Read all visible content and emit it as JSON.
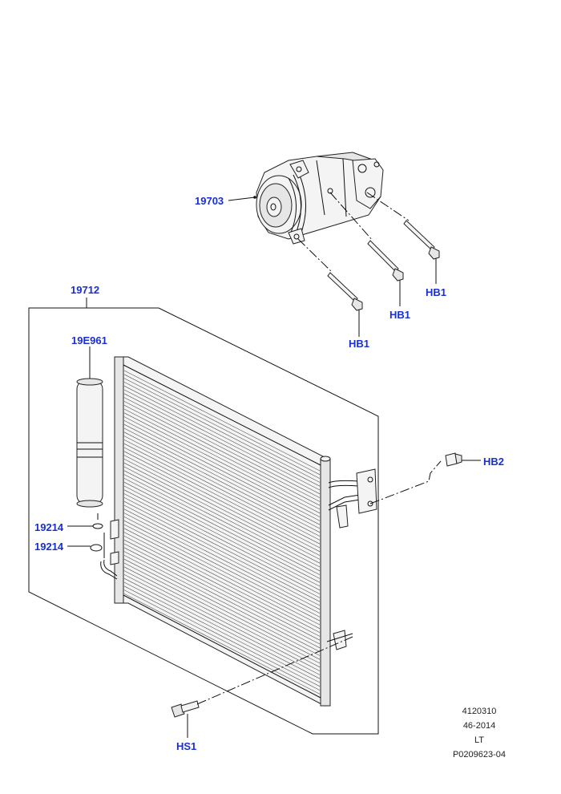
{
  "callouts": {
    "compressor": "19703",
    "condenser": "19712",
    "receiver_drier": "19E961",
    "seal_upper": "19214",
    "seal_lower": "19214",
    "bolt_a": "HB1",
    "bolt_b": "HB1",
    "bolt_c": "HB1",
    "bolt_right": "HB2",
    "screw_bottom": "HS1"
  },
  "info_block": {
    "line1": "4120310",
    "line2": "46-2014",
    "line3": "LT",
    "line4": "P0209623-04"
  },
  "colors": {
    "callout": "#1a2fd1",
    "line": "#111111"
  }
}
